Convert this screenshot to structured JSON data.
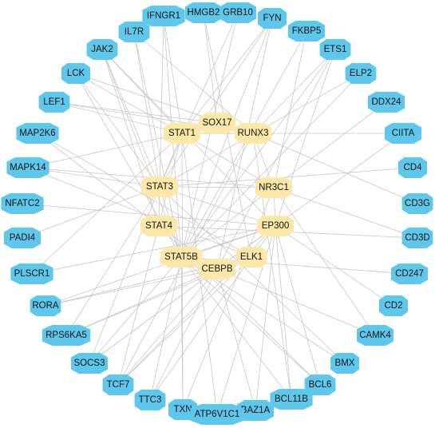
{
  "diagram": {
    "colors": {
      "outer": "#5ec8ec",
      "inner": "#fde8a8",
      "edge": "#c8c8c8"
    },
    "inner_nodes": [
      {
        "id": "SOX17",
        "label": "SOX17"
      },
      {
        "id": "STAT1",
        "label": "STAT1"
      },
      {
        "id": "RUNX3",
        "label": "RUNX3"
      },
      {
        "id": "STAT3",
        "label": "STAT3"
      },
      {
        "id": "NR3C1",
        "label": "NR3C1"
      },
      {
        "id": "STAT4",
        "label": "STAT4"
      },
      {
        "id": "EP300",
        "label": "EP300"
      },
      {
        "id": "STAT5B",
        "label": "STAT5B"
      },
      {
        "id": "ELK1",
        "label": "ELK1"
      },
      {
        "id": "CEBPB",
        "label": "CEBPB"
      }
    ],
    "outer_nodes": [
      {
        "id": "HMGB2",
        "label": "HMGB2"
      },
      {
        "id": "GRB10",
        "label": "GRB10"
      },
      {
        "id": "IFNGR1",
        "label": "IFNGR1"
      },
      {
        "id": "FYN",
        "label": "FYN"
      },
      {
        "id": "IL7R",
        "label": "IL7R"
      },
      {
        "id": "FKBP5",
        "label": "FKBP5"
      },
      {
        "id": "JAK2",
        "label": "JAK2"
      },
      {
        "id": "ETS1",
        "label": "ETS1"
      },
      {
        "id": "LCK",
        "label": "LCK"
      },
      {
        "id": "ELP2",
        "label": "ELP2"
      },
      {
        "id": "LEF1",
        "label": "LEF1"
      },
      {
        "id": "DDX24",
        "label": "DDX24"
      },
      {
        "id": "MAP2K6",
        "label": "MAP2K6"
      },
      {
        "id": "CIITA",
        "label": "CIITA"
      },
      {
        "id": "MAPK14",
        "label": "MAPK14"
      },
      {
        "id": "CD4",
        "label": "CD4"
      },
      {
        "id": "NFATC2",
        "label": "NFATC2"
      },
      {
        "id": "CD3G",
        "label": "CD3G"
      },
      {
        "id": "PADI4",
        "label": "PADI4"
      },
      {
        "id": "CD3D",
        "label": "CD3D"
      },
      {
        "id": "PLSCR1",
        "label": "PLSCR1"
      },
      {
        "id": "CD247",
        "label": "CD247"
      },
      {
        "id": "RORA",
        "label": "RORA"
      },
      {
        "id": "CD2",
        "label": "CD2"
      },
      {
        "id": "RPS6KA5",
        "label": "RPS6KA5"
      },
      {
        "id": "CAMK4",
        "label": "CAMK4"
      },
      {
        "id": "SOCS3",
        "label": "SOCS3"
      },
      {
        "id": "BMX",
        "label": "BMX"
      },
      {
        "id": "TCF7",
        "label": "TCF7"
      },
      {
        "id": "BCL6",
        "label": "BCL6"
      },
      {
        "id": "TTC3",
        "label": "TTC3"
      },
      {
        "id": "BCL11B",
        "label": "BCL11B"
      },
      {
        "id": "TXN",
        "label": "TXN"
      },
      {
        "id": "BAZ1A",
        "label": "BAZ1A"
      },
      {
        "id": "ATP6V1C1",
        "label": "ATP6V1C1"
      }
    ],
    "edges": [
      [
        "IFNGR1",
        "STAT1"
      ],
      [
        "IFNGR1",
        "STAT3"
      ],
      [
        "IFNGR1",
        "STAT5B"
      ],
      [
        "HMGB2",
        "SOX17"
      ],
      [
        "HMGB2",
        "ELK1"
      ],
      [
        "GRB10",
        "STAT3"
      ],
      [
        "GRB10",
        "STAT5B"
      ],
      [
        "FYN",
        "STAT1"
      ],
      [
        "FYN",
        "STAT3"
      ],
      [
        "FYN",
        "STAT5B"
      ],
      [
        "FYN",
        "CEBPB"
      ],
      [
        "FKBP5",
        "NR3C1"
      ],
      [
        "FKBP5",
        "STAT5B"
      ],
      [
        "IL7R",
        "STAT5B"
      ],
      [
        "IL7R",
        "STAT3"
      ],
      [
        "IL7R",
        "RUNX3"
      ],
      [
        "JAK2",
        "STAT1"
      ],
      [
        "JAK2",
        "STAT3"
      ],
      [
        "JAK2",
        "STAT4"
      ],
      [
        "JAK2",
        "STAT5B"
      ],
      [
        "JAK2",
        "EP300"
      ],
      [
        "ETS1",
        "RUNX3"
      ],
      [
        "ETS1",
        "STAT5B"
      ],
      [
        "ETS1",
        "EP300"
      ],
      [
        "ETS1",
        "CEBPB"
      ],
      [
        "LCK",
        "STAT3"
      ],
      [
        "LCK",
        "STAT5B"
      ],
      [
        "LCK",
        "STAT1"
      ],
      [
        "LCK",
        "RUNX3"
      ],
      [
        "ELP2",
        "STAT3"
      ],
      [
        "ELP2",
        "STAT5B"
      ],
      [
        "LEF1",
        "SOX17"
      ],
      [
        "LEF1",
        "RUNX3"
      ],
      [
        "LEF1",
        "STAT1"
      ],
      [
        "DDX24",
        "STAT5B"
      ],
      [
        "MAP2K6",
        "STAT4"
      ],
      [
        "MAP2K6",
        "ELK1"
      ],
      [
        "CIITA",
        "STAT1"
      ],
      [
        "CIITA",
        "EP300"
      ],
      [
        "MAPK14",
        "STAT1"
      ],
      [
        "MAPK14",
        "STAT3"
      ],
      [
        "MAPK14",
        "ELK1"
      ],
      [
        "MAPK14",
        "NR3C1"
      ],
      [
        "CD4",
        "STAT3"
      ],
      [
        "NFATC2",
        "EP300"
      ],
      [
        "CD3G",
        "RUNX3"
      ],
      [
        "PADI4",
        "STAT3"
      ],
      [
        "CD3D",
        "STAT4"
      ],
      [
        "CD3D",
        "NR3C1"
      ],
      [
        "PLSCR1",
        "STAT1"
      ],
      [
        "PLSCR1",
        "EP300"
      ],
      [
        "CD247",
        "STAT5B"
      ],
      [
        "RORA",
        "CEBPB"
      ],
      [
        "RORA",
        "ELK1"
      ],
      [
        "RORA",
        "EP300"
      ],
      [
        "CD2",
        "EP300"
      ],
      [
        "RPS6KA5",
        "STAT3"
      ],
      [
        "RPS6KA5",
        "CEBPB"
      ],
      [
        "RPS6KA5",
        "ELK1"
      ],
      [
        "CAMK4",
        "NR3C1"
      ],
      [
        "CAMK4",
        "CEBPB"
      ],
      [
        "SOCS3",
        "STAT3"
      ],
      [
        "SOCS3",
        "STAT5B"
      ],
      [
        "SOCS3",
        "CEBPB"
      ],
      [
        "SOCS3",
        "EP300"
      ],
      [
        "BMX",
        "STAT3"
      ],
      [
        "BMX",
        "STAT5B"
      ],
      [
        "TCF7",
        "RUNX3"
      ],
      [
        "TCF7",
        "EP300"
      ],
      [
        "TCF7",
        "ELK1"
      ],
      [
        "TCF7",
        "CEBPB"
      ],
      [
        "TCF7",
        "STAT1"
      ],
      [
        "BCL6",
        "STAT5B"
      ],
      [
        "BCL6",
        "EP300"
      ],
      [
        "BCL6",
        "STAT4"
      ],
      [
        "TTC3",
        "ELK1"
      ],
      [
        "TTC3",
        "STAT5B"
      ],
      [
        "TTC3",
        "CEBPB"
      ],
      [
        "BCL11B",
        "STAT5B"
      ],
      [
        "BCL11B",
        "RUNX3"
      ],
      [
        "BCL11B",
        "EP300"
      ],
      [
        "TXN",
        "STAT5B"
      ],
      [
        "TXN",
        "NR3C1"
      ],
      [
        "TXN",
        "STAT1"
      ],
      [
        "BAZ1A",
        "CEBPB"
      ],
      [
        "BAZ1A",
        "EP300"
      ],
      [
        "ATP6V1C1",
        "STAT1"
      ],
      [
        "ATP6V1C1",
        "EP300"
      ],
      [
        "STAT1",
        "STAT3"
      ],
      [
        "STAT1",
        "RUNX3"
      ],
      [
        "STAT1",
        "SOX17"
      ],
      [
        "STAT1",
        "NR3C1"
      ],
      [
        "STAT3",
        "STAT4"
      ],
      [
        "STAT3",
        "EP300"
      ],
      [
        "STAT3",
        "STAT5B"
      ],
      [
        "STAT3",
        "NR3C1"
      ],
      [
        "EP300",
        "STAT5B"
      ],
      [
        "EP300",
        "CEBPB"
      ],
      [
        "EP300",
        "ELK1"
      ],
      [
        "EP300",
        "NR3C1"
      ],
      [
        "STAT5B",
        "CEBPB"
      ],
      [
        "RUNX3",
        "NR3C1"
      ],
      [
        "SOX17",
        "RUNX3"
      ],
      [
        "CEBPB",
        "STAT4"
      ]
    ]
  }
}
